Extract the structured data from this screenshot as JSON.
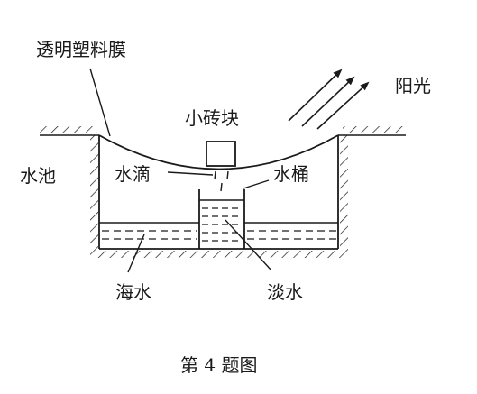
{
  "labels": {
    "film": "透明塑料膜",
    "sunlight": "阳光",
    "brick": "小砖块",
    "pool": "水池",
    "droplet": "水滴",
    "bucket": "水桶",
    "seawater": "海水",
    "freshwater": "淡水"
  },
  "caption": "第 4 题图"
}
